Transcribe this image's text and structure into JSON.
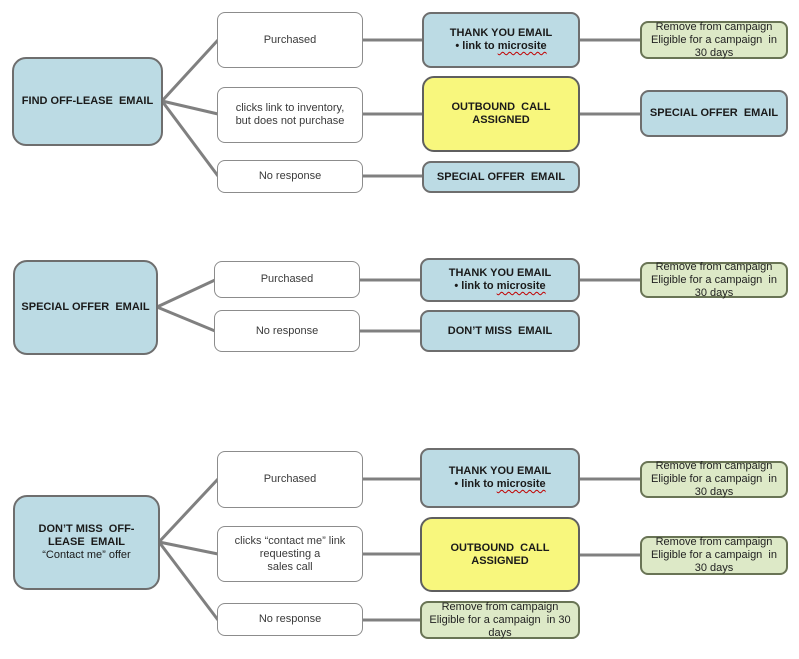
{
  "colors": {
    "node_blue": "#bcdbe4",
    "node_yellow": "#f8f77d",
    "node_green": "#dde9c7",
    "node_white": "#ffffff",
    "border_gray": "#6e6e6e",
    "connector_gray": "#808080",
    "spellcheck_squiggle_red": "#c00000"
  },
  "section1": {
    "root": "FIND OFF-LEASE  EMAIL",
    "purchased": "Purchased",
    "clicks_line1": "clicks link to inventory,",
    "clicks_line2": "but does not purchase",
    "no_response": "No response",
    "thank_you_title": "THANK YOU EMAIL",
    "thank_you_bullet_prefix": "• link to ",
    "thank_you_bullet_word": "microsite",
    "outbound": "OUTBOUND  CALL ASSIGNED",
    "special_offer_mid": "SPECIAL OFFER  EMAIL",
    "remove_line1": "Remove from campaign",
    "remove_line2": "Eligible for a campaign  in 30 days",
    "special_offer_right": "SPECIAL OFFER  EMAIL"
  },
  "section2": {
    "root": "SPECIAL OFFER  EMAIL",
    "purchased": "Purchased",
    "no_response": "No response",
    "thank_you_title": "THANK YOU EMAIL",
    "thank_you_bullet_prefix": "• link to ",
    "thank_you_bullet_word": "microsite",
    "remove_line1": "Remove from campaign",
    "remove_line2": "Eligible for a campaign  in 30 days",
    "dont_miss": "DON’T MISS  EMAIL"
  },
  "section3": {
    "root_line1": "DON’T MISS  OFF-LEASE  EMAIL",
    "root_line2": "“Contact me” offer",
    "purchased": "Purchased",
    "clicks_line1": "clicks “contact me” link requesting a",
    "clicks_line2": "sales call",
    "no_response": "No response",
    "thank_you_title": "THANK YOU EMAIL",
    "thank_you_bullet_prefix": "• link to ",
    "thank_you_bullet_word": "microsite",
    "outbound": "OUTBOUND  CALL ASSIGNED",
    "remove_noresp_line1": "Remove from campaign",
    "remove_noresp_line2": "Eligible for a campaign  in 30 days",
    "remove1_line1": "Remove from campaign",
    "remove1_line2": "Eligible for a campaign  in 30 days",
    "remove2_line1": "Remove from campaign",
    "remove2_line2": "Eligible for a campaign  in 30 days"
  }
}
